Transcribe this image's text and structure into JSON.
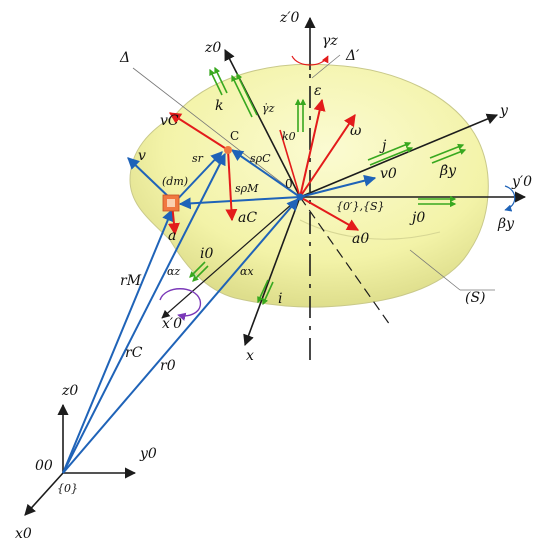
{
  "diagram": {
    "labels": {
      "z0_prime": "z′0",
      "gamma_z": "γz",
      "delta_prime": "Δ′",
      "delta": "Δ",
      "z0_body": "z0",
      "k": "k",
      "gamma_z_dot": "γ̇z",
      "vC": "vC",
      "C": "C",
      "epsilon": "ε",
      "k0": "k0",
      "omega": "ω",
      "j": "j",
      "y": "y",
      "beta_y_dot": "β̇y",
      "v": "v",
      "sr": "sr",
      "s_rho_C": "sρC",
      "origin_zero": "0",
      "v0": "v0",
      "y0_prime": "y′0",
      "dm": "(dm)",
      "s_rho_M": "sρM",
      "aC": "aC",
      "frames": "{0′},{S}",
      "j0": "j0",
      "beta_y": "βy",
      "a": "a",
      "a0": "a0",
      "i0": "i0",
      "alpha_z": "αz",
      "alpha_x": "αx",
      "rM": "rM",
      "i": "i",
      "S": "(S)",
      "x0_prime": "x′0",
      "rC": "rC",
      "r0": "r0",
      "x": "x",
      "z0": "z0",
      "y0": "y0",
      "O0": "00",
      "frame0": "{0}",
      "x0": "x0"
    },
    "colors": {
      "body_fill": "#f3f3a8",
      "body_stroke": "#c9c98a",
      "axis": "#1c1c1c",
      "velocity": "#1f63b8",
      "acceleration": "#e31b1b",
      "unit_vector": "#38a81f",
      "rotation": "#7a38b8",
      "mass_element": "#f07840"
    }
  }
}
